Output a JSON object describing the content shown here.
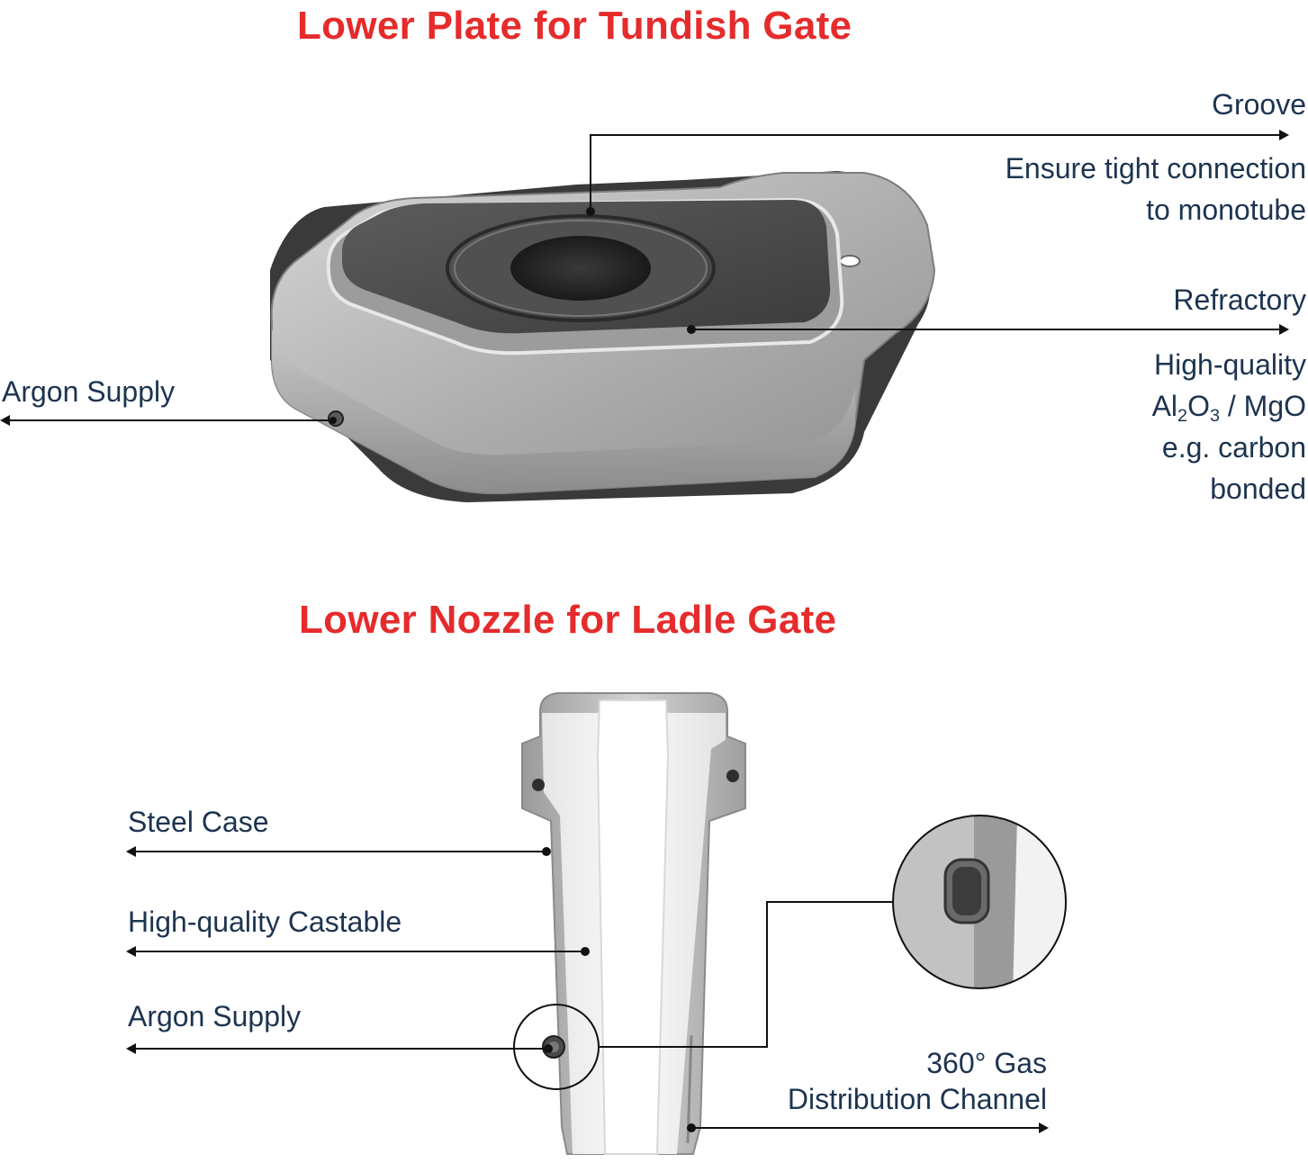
{
  "colors": {
    "title": "#e52b2b",
    "label": "#1d3450",
    "line": "#111111",
    "steel": "#b3b3b3",
    "refractory": "#4a4a4a",
    "castable": "#efefef"
  },
  "plate": {
    "title": "Lower Plate for Tundish Gate",
    "groove": {
      "label": "Groove",
      "desc_line1": "Ensure tight connection",
      "desc_line2": "to monotube"
    },
    "refractory": {
      "label": "Refractory",
      "desc_line1": "High-quality",
      "formula_al": "Al",
      "formula_sub2": "2",
      "formula_o": "O",
      "formula_sub3": "3",
      "formula_rest": " / MgO",
      "desc_line3": "e.g. carbon",
      "desc_line4": "bonded"
    },
    "argon": {
      "label": "Argon Supply"
    }
  },
  "nozzle": {
    "title": "Lower Nozzle for Ladle Gate",
    "steel_case": {
      "label": "Steel Case"
    },
    "castable": {
      "label": "High-quality Castable"
    },
    "argon": {
      "label": "Argon Supply"
    },
    "channel": {
      "line1": "360° Gas",
      "line2": "Distribution Channel"
    }
  }
}
